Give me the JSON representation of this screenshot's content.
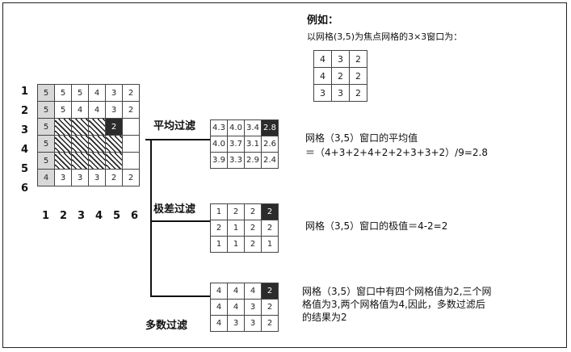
{
  "example": {
    "title": "例如：",
    "subtitle": "以网格(3,5)为焦点网格的3×3窗口为：",
    "grid": [
      [
        "4",
        "3",
        "2"
      ],
      [
        "4",
        "2",
        "2"
      ],
      [
        "3",
        "3",
        "2"
      ]
    ]
  },
  "main_grid": {
    "rows": [
      [
        "5",
        "5",
        "5",
        "4",
        "3",
        "2"
      ],
      [
        "5",
        "5",
        "4",
        "4",
        "3",
        "2"
      ],
      [
        "5",
        "",
        "",
        "",
        "2",
        ""
      ],
      [
        "5",
        "",
        "",
        "",
        "",
        ""
      ],
      [
        "5",
        "",
        "",
        "",
        "",
        ""
      ],
      [
        "4",
        "3",
        "3",
        "3",
        "2",
        "2"
      ]
    ],
    "row_labels": [
      "1",
      "2",
      "3",
      "4",
      "5",
      "6"
    ],
    "col_labels": [
      "1",
      "2",
      "3",
      "4",
      "5",
      "6"
    ]
  },
  "mean_filter": {
    "label": "平均过滤",
    "grid": [
      [
        "4.3",
        "4.0",
        "3.4",
        "2.8"
      ],
      [
        "4.0",
        "3.7",
        "3.1",
        "2.6"
      ],
      [
        "3.9",
        "3.3",
        "2.9",
        "2.4"
      ]
    ],
    "desc_line1": "网格（3,5）窗口的平均值",
    "desc_line2": "＝（4+3+2+4+2+2+3+3+2）/9=2.8"
  },
  "range_filter": {
    "label": "极差过滤",
    "grid": [
      [
        "1",
        "2",
        "2",
        "2"
      ],
      [
        "2",
        "1",
        "2",
        "2"
      ],
      [
        "1",
        "1",
        "2",
        "1"
      ]
    ],
    "desc": "网格（3,5）窗口的极值＝4-2=2"
  },
  "majority_filter": {
    "label": "多数过滤",
    "grid": [
      [
        "4",
        "4",
        "4",
        "2"
      ],
      [
        "4",
        "4",
        "3",
        "2"
      ],
      [
        "4",
        "3",
        "3",
        "2"
      ]
    ],
    "desc_line1": "网格（3,5）窗口中有四个网格值为2,三个网",
    "desc_line2": "格值为3,两个网格值为4,因此，多数过滤后",
    "desc_line3": "的结果为2"
  }
}
